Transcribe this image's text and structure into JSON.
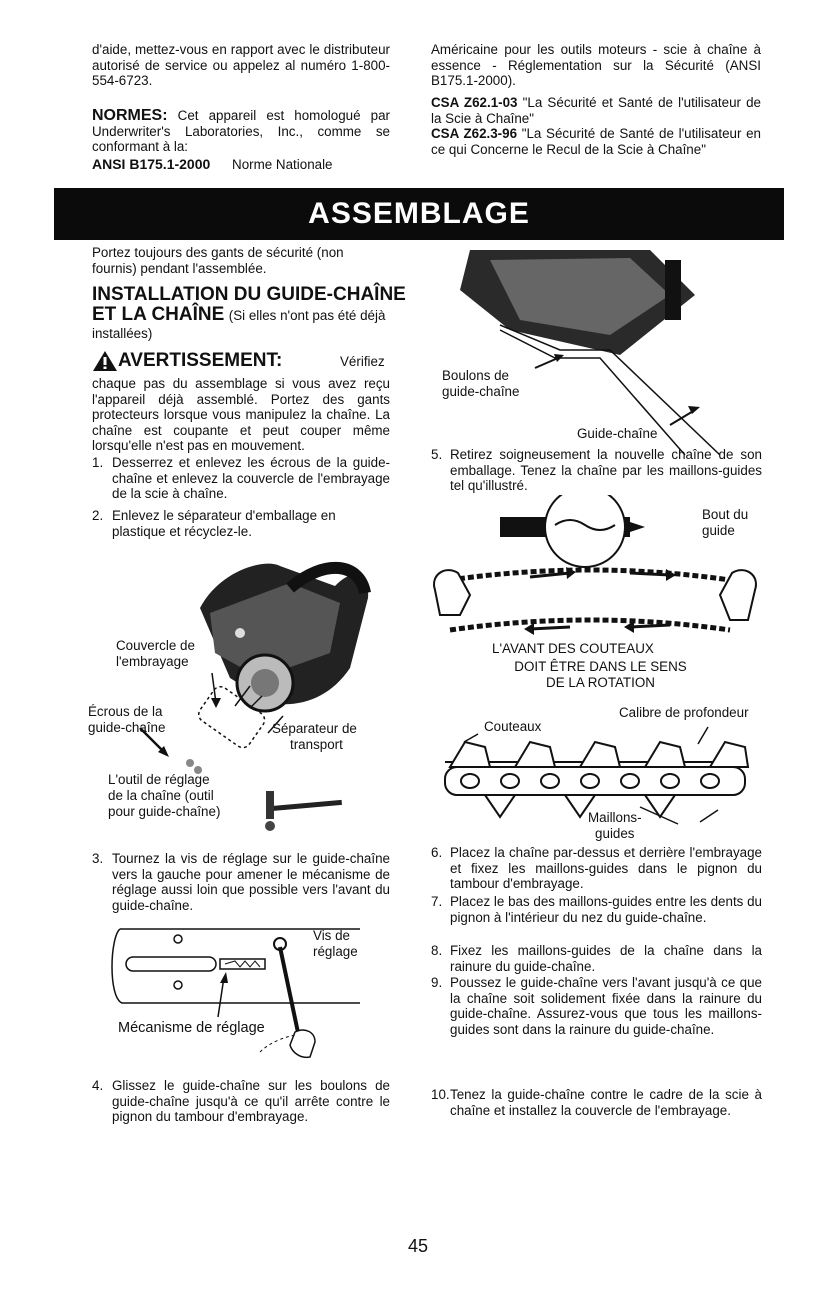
{
  "top": {
    "left_intro": "d'aide, mettez-vous en rapport avec le distributeur autorisé de service ou appelez al numéro 1-800-554-6723.",
    "normes_label": "NORMES:",
    "normes_text": "Cet appareil est homologué par Underwriter's Laboratories, Inc., comme se conformant à la:",
    "ansi_label": "ANSI B175.1-2000",
    "ansi_text": "Norme Nationale",
    "right_line1": "Américaine pour les outils moteurs - scie à chaîne à essence - Réglementation sur la Sécurité (ANSI B175.1-2000).",
    "csa1_label": "CSA Z62.1-03",
    "csa1_text": "\"La Sécurité et Santé de l'utilisateur de la Scie à Chaîne\"",
    "csa2_label": "CSA Z62.3-96",
    "csa2_text": "\"La Sécurité de Santé de l'utilisateur en ce qui Concerne le Recul de la Scie à Chaîne\""
  },
  "banner": {
    "title": "ASSEMBLAGE"
  },
  "left": {
    "gloves": "Portez toujours des gants de sécurité (non fournis) pendant l'assemblée.",
    "install_title_1": "INSTALLATION DU GUIDE-CHAÎNE",
    "install_title_2": "ET LA CHAÎNE",
    "install_note": "(Si elles n'ont pas été déjà installées)",
    "warning_label": "AVERTISSEMENT:",
    "warning_first": "Vérifiez",
    "warning_text": "chaque pas du assemblage si vous avez reçu l'appareil déjà assemblé. Portez des gants protecteurs lorsque vous manipulez la chaîne. La chaîne est coupante et peut couper même lorsqu'elle n'est pas en mouvement.",
    "step1_num": "1.",
    "step1": "Desserrez et enlevez les écrous de la guide-chaîne et enlevez la couvercle de l'embrayage de la scie à chaîne.",
    "step2_num": "2.",
    "step2": "Enlevez le séparateur d'emballage en plastique et récyclez-le.",
    "fig1": {
      "couvercle": [
        "Couvercle de",
        "l'embrayage"
      ],
      "ecrous": [
        "Écrous de la",
        "guide-chaîne"
      ],
      "separateur": [
        "Séparateur de",
        "transport"
      ],
      "outil": [
        "L'outil de réglage",
        "de la chaîne (outil",
        "pour guide-chaîne)"
      ]
    },
    "step3_num": "3.",
    "step3": "Tournez la vis de réglage sur le guide-chaîne vers la gauche pour amener le mécanisme de réglage aussi loin que possible vers l'avant du guide-chaîne.",
    "fig2": {
      "vis": [
        "Vis de",
        "réglage"
      ],
      "mecanisme": "Mécanisme de réglage"
    },
    "step4_num": "4.",
    "step4": "Glissez le guide-chaîne sur les boulons de guide-chaîne jusqu'à ce qu'il arrête contre le pignon du tambour d'embrayage."
  },
  "right": {
    "fig3": {
      "boulons": [
        "Boulons de",
        "guide-chaîne"
      ],
      "guide": "Guide-chaîne"
    },
    "step5_num": "5.",
    "step5": "Retirez soigneusement la nouvelle chaîne de son emballage. Tenez la chaîne par les maillons-guides tel qu'illustré.",
    "fig4": {
      "bout": [
        "Bout du",
        "guide"
      ],
      "avant": "L'AVANT DES COUTEAUX",
      "sens": [
        "DOIT ÊTRE DANS LE SENS",
        "DE LA ROTATION"
      ]
    },
    "fig5": {
      "calibre": "Calibre de profondeur",
      "couteaux": "Couteaux",
      "maillons": [
        "Maillons-",
        "guides"
      ]
    },
    "step6_num": "6.",
    "step6": "Placez la chaîne par-dessus et derrière l'embrayage et fixez les maillons-guides dans le pignon du tambour d'embrayage.",
    "step7_num": "7.",
    "step7": "Placez le bas des maillons-guides entre les dents du pignon à l'intérieur du nez du guide-chaîne.",
    "step8_num": "8.",
    "step8": "Fixez les maillons-guides de la chaîne dans la rainure du guide-chaîne.",
    "step9_num": "9.",
    "step9": "Poussez le guide-chaîne vers l'avant jusqu'à ce que la chaîne soit solidement fixée dans la rainure du guide-chaîne. Assurez-vous que tous les maillons-guides sont dans la rainure du guide-chaîne.",
    "step10_num": "10.",
    "step10": "Tenez la guide-chaîne contre le cadre de la scie à chaîne et installez la couvercle de l'embrayage."
  },
  "page_number": "45"
}
